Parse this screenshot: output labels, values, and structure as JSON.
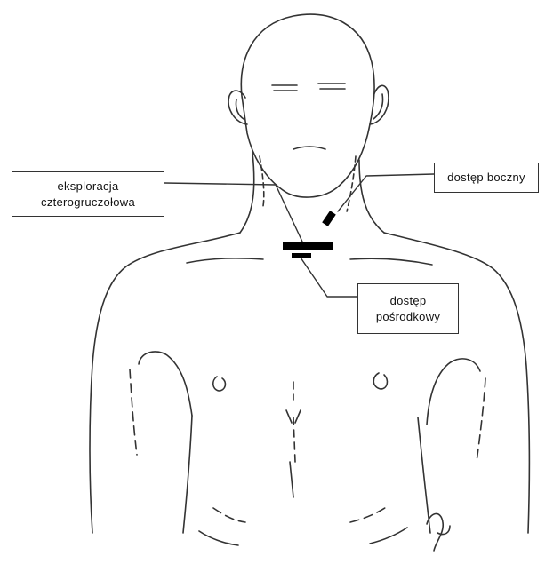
{
  "labels": {
    "eksploracja": {
      "lines": [
        "eksploracja",
        "czterogruczołowa"
      ]
    },
    "dostep_boczny": {
      "lines": [
        "dostęp boczny"
      ]
    },
    "dostep_posrodkowy": {
      "lines": [
        "dostęp",
        "pośrodkowy"
      ]
    }
  },
  "colors": {
    "line": "#333333",
    "incision": "#000000",
    "background": "#ffffff"
  }
}
